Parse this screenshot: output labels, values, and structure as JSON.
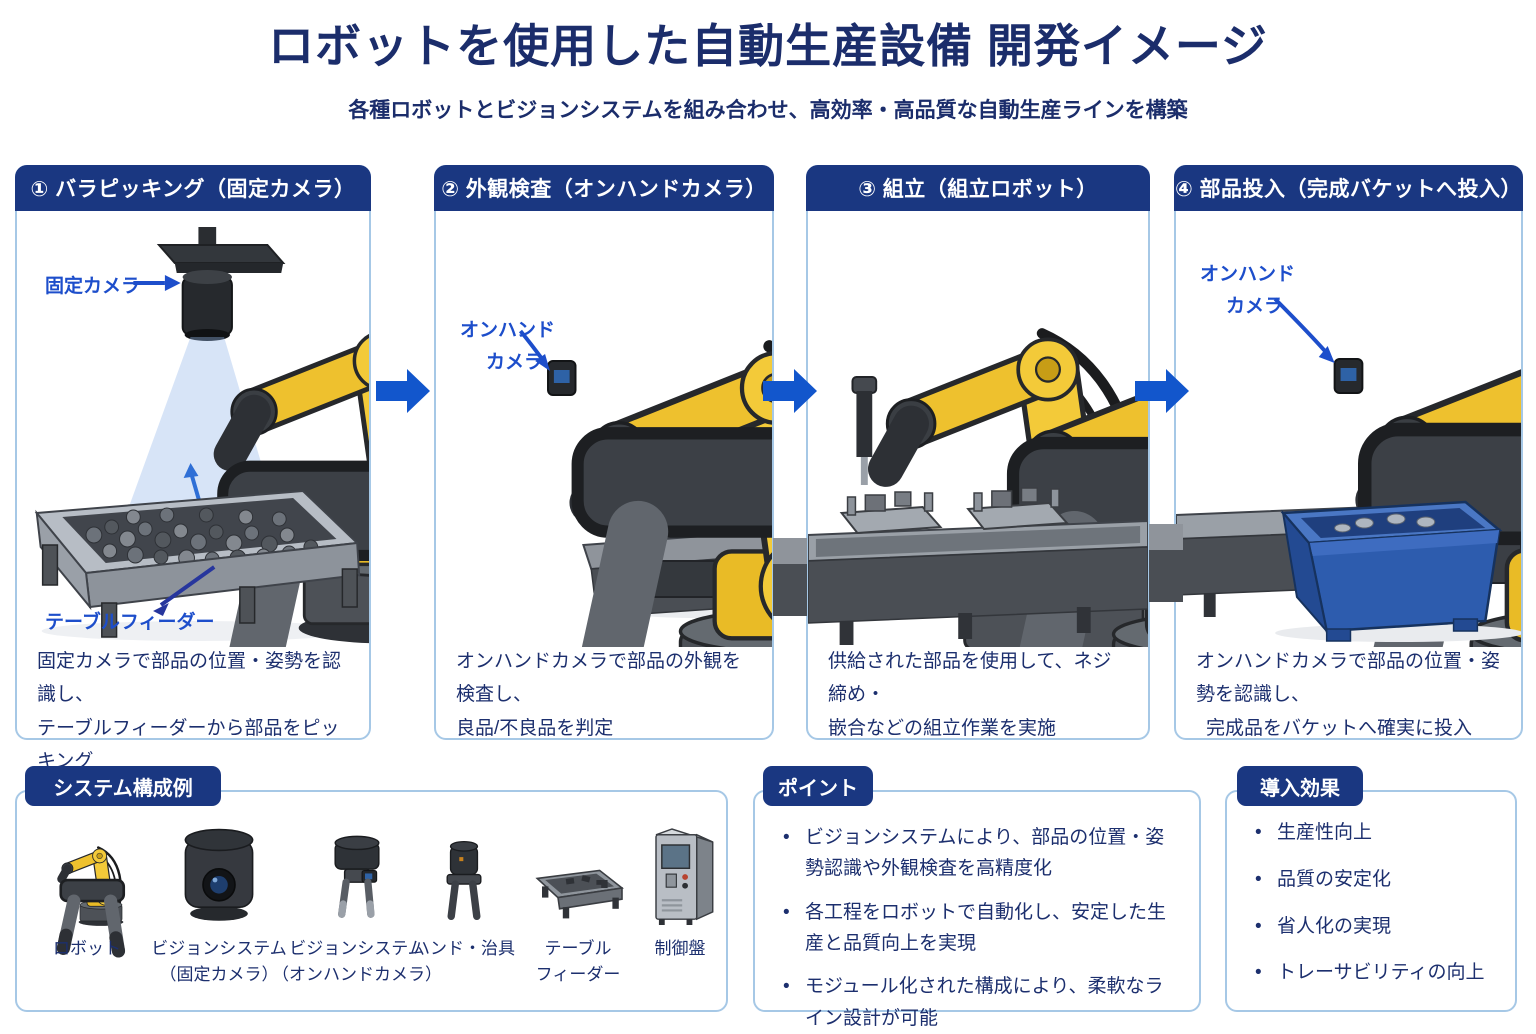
{
  "header": {
    "title": "ロボットを使用した自動生産設備 開発イメージ",
    "subtitle": "各種ロボットとビジョンシステムを組み合わせ、高効率・高品質な自動生産ラインを構築"
  },
  "panels": [
    {
      "header": "① バラピッキング（固定カメラ）",
      "annotations": {
        "camera": "固定カメラ",
        "feeder": "テーブルフィーダー"
      },
      "caption1": "固定カメラで部品の位置・姿勢を認識し、",
      "caption2": "テーブルフィーダーから部品をピッキング"
    },
    {
      "header": "② 外観検査（オンハンドカメラ）",
      "annotations": {
        "line1": "オンハンド",
        "line2": "カメラ"
      },
      "caption1": "オンハンドカメラで部品の外観を検査し、",
      "caption2": "良品/不良品を判定"
    },
    {
      "header": "③ 組立（組立ロボット）",
      "caption1": "供給された部品を使用して、ネジ締め・",
      "caption2": "嵌合などの組立作業を実施"
    },
    {
      "header": "④ 部品投入（完成バケットへ投入）",
      "annotations": {
        "line1": "オンハンド",
        "line2": "カメラ"
      },
      "caption1": "オンハンドカメラで部品の位置・姿勢を認識し、",
      "caption2": "完成品をバケットへ確実に投入"
    }
  ],
  "system": {
    "badge": "システム構成例",
    "items": [
      {
        "icon": "robot-arm-icon",
        "line1": "ロボット"
      },
      {
        "icon": "fixed-camera-icon",
        "line1": "ビジョンシステム",
        "line2": "（固定カメラ）"
      },
      {
        "icon": "onhand-camera-icon",
        "line1": "ビジョンシステム",
        "line2": "（オンハンドカメラ）"
      },
      {
        "icon": "hand-jig-icon",
        "line1": "ハンド・治具"
      },
      {
        "icon": "table-feeder-icon",
        "line1": "テーブル",
        "line2": "フィーダー"
      },
      {
        "icon": "control-panel-icon",
        "line1": "制御盤"
      }
    ]
  },
  "points": {
    "badge": "ポイント",
    "bullets": [
      "ビジョンシステムにより、部品の位置・姿勢認識や外観検査を高精度化",
      "各工程をロボットで自動化し、安定した生産と品質向上を実現",
      "モジュール化された構成により、柔軟なライン設計が可能"
    ]
  },
  "effects": {
    "badge": "導入効果",
    "bullets": [
      "生産性向上",
      "品質の安定化",
      "省人化の実現",
      "トレーサビリティの向上"
    ]
  },
  "colors": {
    "navy_header": "#1a3781",
    "title_text": "#1b2d6b",
    "panel_border": "#a6c8e6",
    "flow_arrow_blue": "#1256cc",
    "annotation_blue": "#1d4ecb",
    "robot_yellow": "#f3ca39",
    "bucket_blue": "#2d5cae"
  }
}
